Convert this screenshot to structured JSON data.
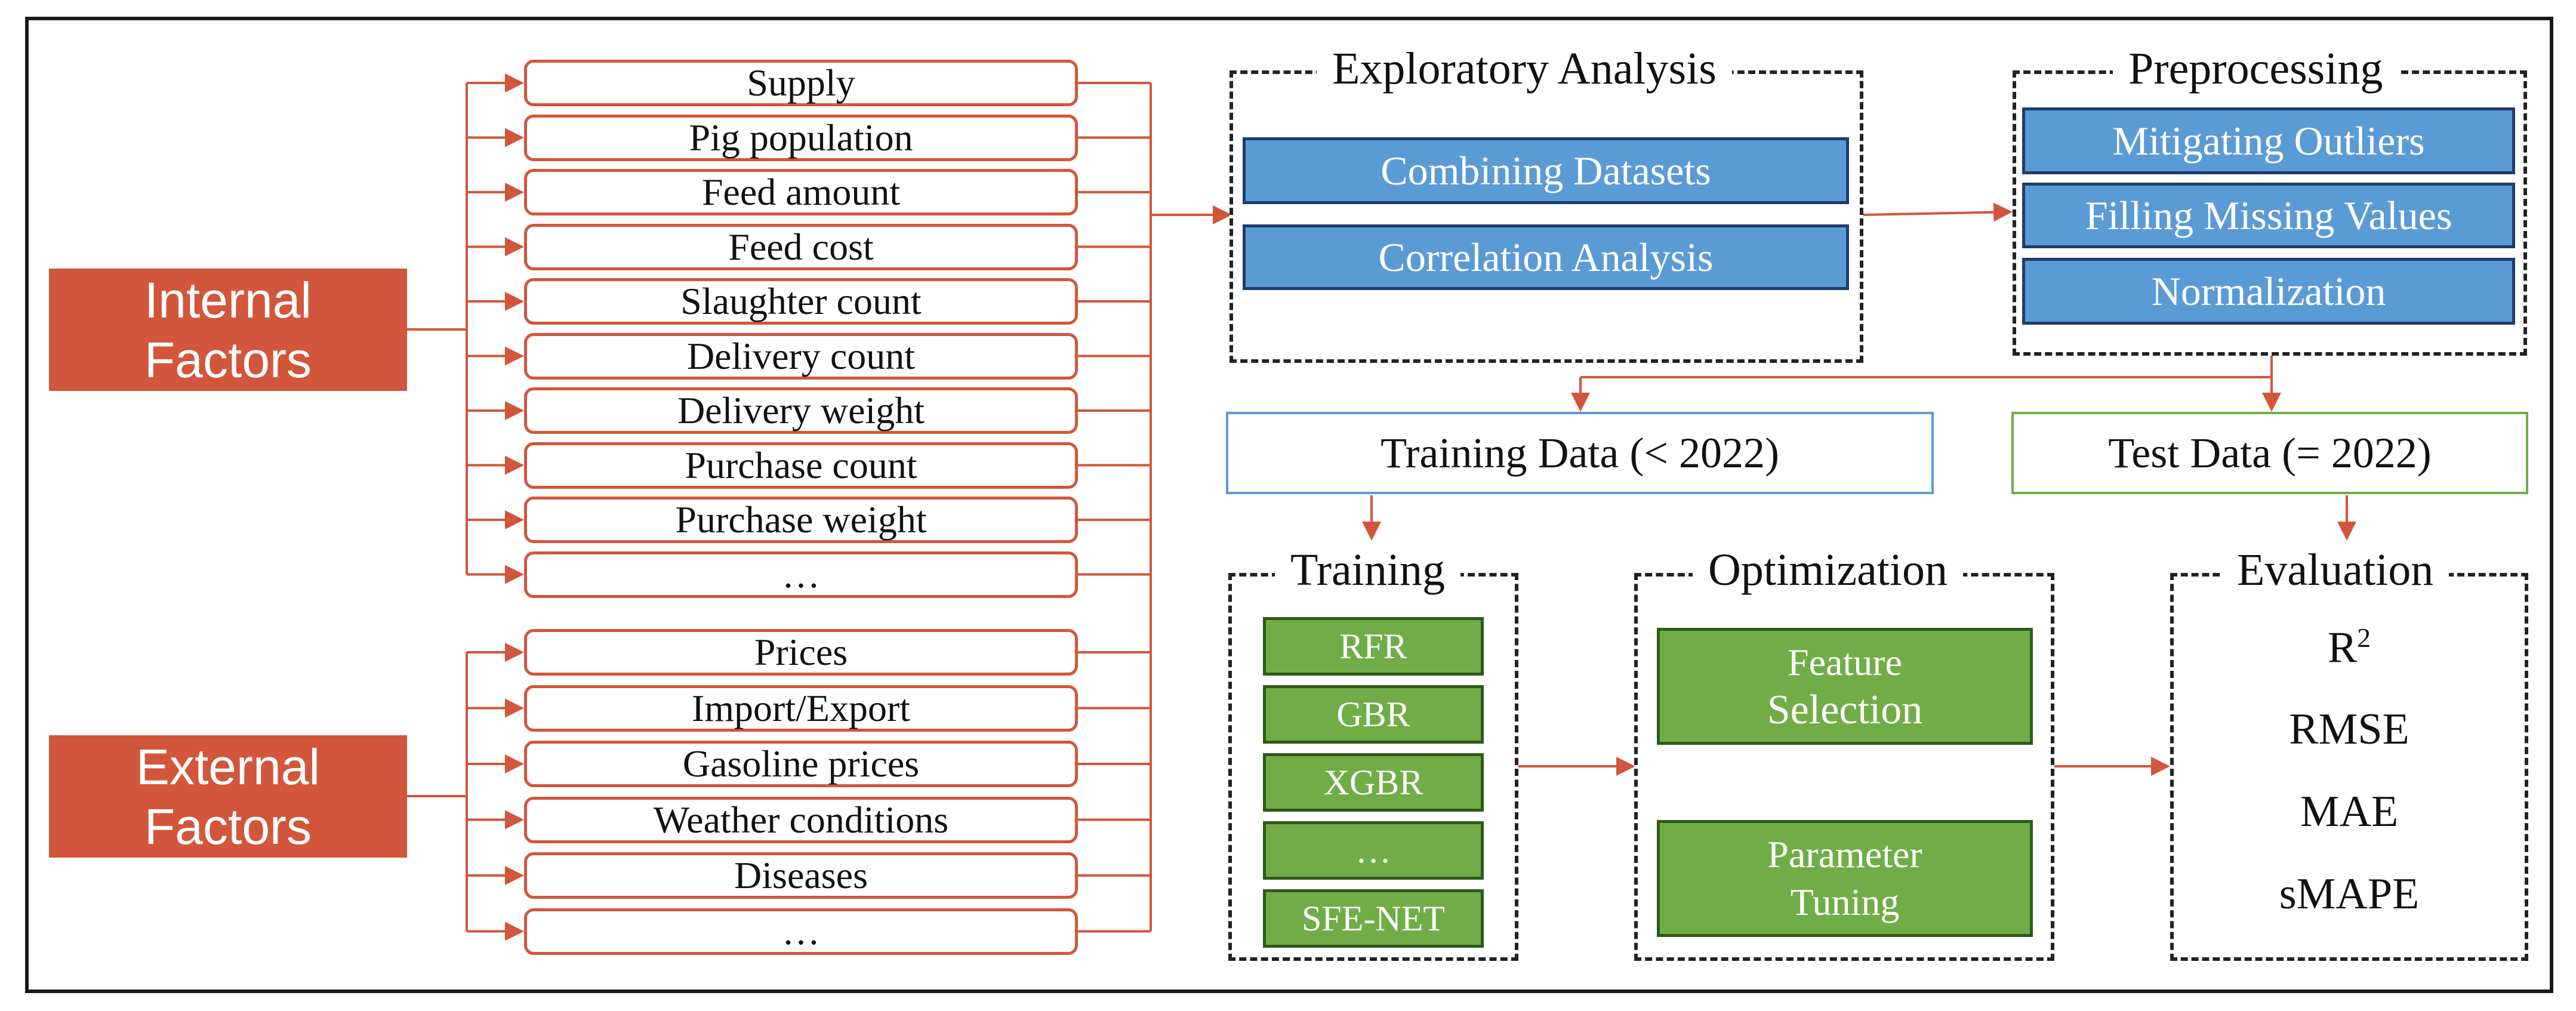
{
  "internal_factors": {
    "label": "Internal\nFactors",
    "items": [
      "Supply",
      "Pig population",
      "Feed amount",
      "Feed cost",
      "Slaughter count",
      "Delivery count",
      "Delivery weight",
      "Purchase count",
      "Purchase weight",
      "…"
    ]
  },
  "external_factors": {
    "label": "External\nFactors",
    "items": [
      "Prices",
      "Import/Export",
      "Gasoline prices",
      "Weather conditions",
      "Diseases",
      "…"
    ]
  },
  "exploratory_analysis": {
    "title": "Exploratory Analysis",
    "steps": [
      "Combining Datasets",
      "Correlation Analysis"
    ]
  },
  "preprocessing": {
    "title": "Preprocessing",
    "steps": [
      "Mitigating Outliers",
      "Filling Missing Values",
      "Normalization"
    ]
  },
  "training_data": {
    "label": "Training Data (< 2022)"
  },
  "test_data": {
    "label": "Test Data (= 2022)"
  },
  "training": {
    "title": "Training",
    "models": [
      "RFR",
      "GBR",
      "XGBR",
      "…",
      "SFE-NET"
    ]
  },
  "optimization": {
    "title": "Optimization",
    "feature_selection": {
      "line1": "Feature",
      "line2": "Selection"
    },
    "parameter_tuning": {
      "line1": "Parameter",
      "line2": "Tuning"
    }
  },
  "evaluation": {
    "title": "Evaluation",
    "metrics": [
      "RMSE",
      "MAE",
      "sMAPE"
    ],
    "r2": {
      "base": "R",
      "exp": "2"
    }
  },
  "colors": {
    "factor_fill": "#d2563b",
    "arrow": "#d2563b",
    "blue_step": "#5b9bd5",
    "green_step": "#70ad47",
    "training_data_border": "#5b9bd5",
    "test_data_border": "#70ad47"
  }
}
